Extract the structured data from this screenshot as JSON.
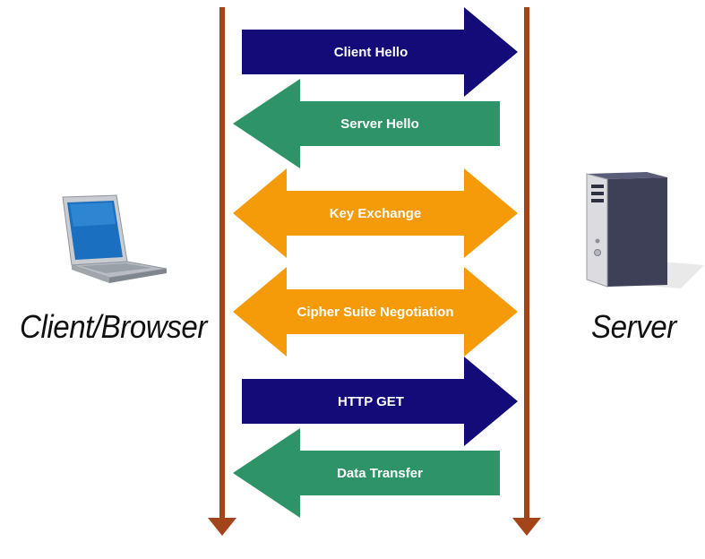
{
  "actors": {
    "client": "Client/Browser",
    "server": "Server"
  },
  "messages": [
    {
      "label": "Client Hello",
      "direction": "right",
      "color": "#120b78"
    },
    {
      "label": "Server Hello",
      "direction": "left",
      "color": "#2e9468"
    },
    {
      "label": "Key Exchange",
      "direction": "both",
      "color": "#f59a08"
    },
    {
      "label": "Cipher Suite Negotiation",
      "direction": "both",
      "color": "#f59a08"
    },
    {
      "label": "HTTP GET",
      "direction": "right",
      "color": "#120b78"
    },
    {
      "label": "Data Transfer",
      "direction": "left",
      "color": "#2e9468"
    }
  ],
  "lifeline_color": "#a3441a",
  "icons": {
    "client": "laptop-icon",
    "server": "server-tower-icon"
  }
}
